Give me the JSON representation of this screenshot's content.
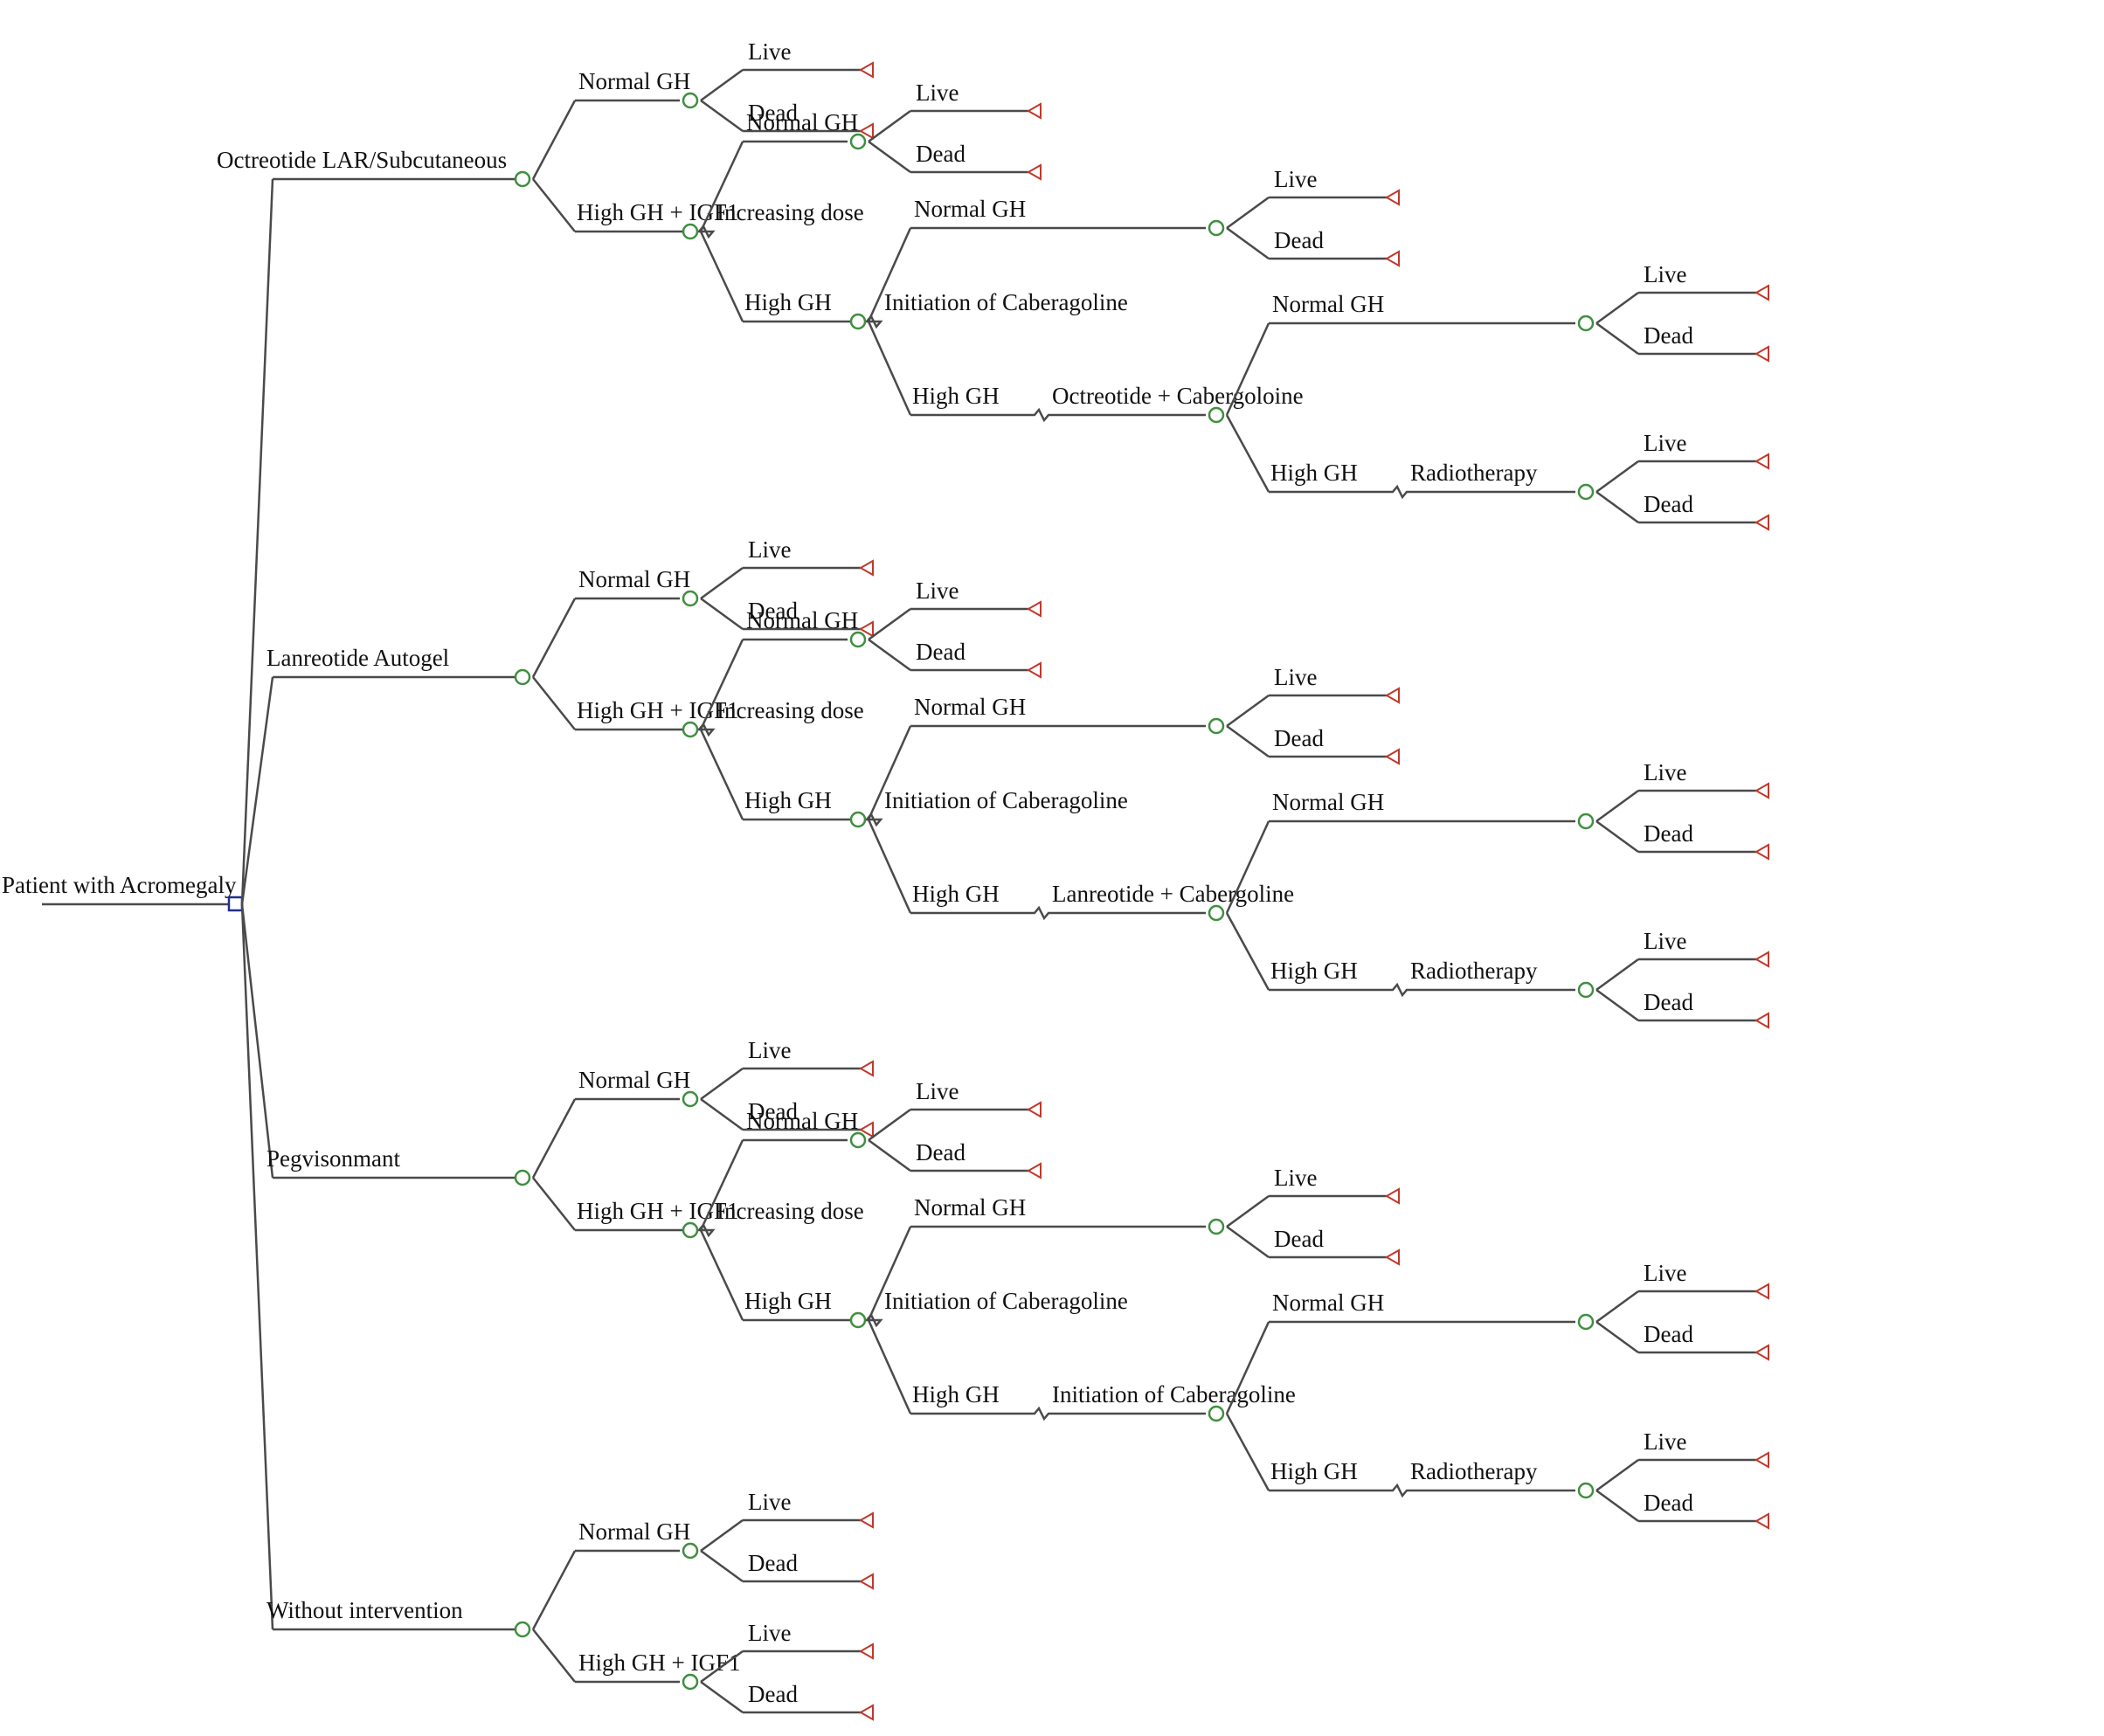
{
  "diagram": {
    "type": "decision-tree",
    "colors": {
      "line": "#4a4a4a",
      "decision_node": "#1f2f8a",
      "chance_node": "#3f8f3f",
      "terminal_node": "#c0392b",
      "text": "#111111"
    },
    "root": {
      "label": "Patient with Acromegaly",
      "node": "decision",
      "children": [
        {
          "label": "Octreotide LAR/Subcutaneous",
          "node": "chance",
          "children": [
            {
              "label": "Normal GH",
              "node": "chance",
              "children": [
                {
                  "label": "Live",
                  "node": "terminal"
                },
                {
                  "label": "Dead",
                  "node": "terminal"
                }
              ]
            },
            {
              "label": "High GH + IGF1",
              "label2": "Increasing dose",
              "node": "chance",
              "children": [
                {
                  "label": "Normal GH",
                  "node": "chance",
                  "children": [
                    {
                      "label": "Live",
                      "node": "terminal"
                    },
                    {
                      "label": "Dead",
                      "node": "terminal"
                    }
                  ]
                },
                {
                  "label": "High GH",
                  "label2": "Initiation of Caberagoline",
                  "node": "chance",
                  "children": [
                    {
                      "label": "Normal GH",
                      "node": "chance",
                      "children": [
                        {
                          "label": "Live",
                          "node": "terminal"
                        },
                        {
                          "label": "Dead",
                          "node": "terminal"
                        }
                      ]
                    },
                    {
                      "label": "High GH",
                      "label2": "Octreotide + Cabergoloine",
                      "node": "chance",
                      "children": [
                        {
                          "label": "Normal GH",
                          "node": "chance",
                          "children": [
                            {
                              "label": "Live",
                              "node": "terminal"
                            },
                            {
                              "label": "Dead",
                              "node": "terminal"
                            }
                          ]
                        },
                        {
                          "label": "High GH",
                          "label2": "Radiotherapy",
                          "node": "chance",
                          "children": [
                            {
                              "label": "Live",
                              "node": "terminal"
                            },
                            {
                              "label": "Dead",
                              "node": "terminal"
                            }
                          ]
                        }
                      ]
                    }
                  ]
                }
              ]
            }
          ]
        },
        {
          "label": "Lanreotide Autogel",
          "node": "chance",
          "children": [
            {
              "label": "Normal GH",
              "node": "chance",
              "children": [
                {
                  "label": "Live",
                  "node": "terminal"
                },
                {
                  "label": "Dead",
                  "node": "terminal"
                }
              ]
            },
            {
              "label": "High GH + IGF1",
              "label2": "Increasing dose",
              "node": "chance",
              "children": [
                {
                  "label": "Normal GH",
                  "node": "chance",
                  "children": [
                    {
                      "label": "Live",
                      "node": "terminal"
                    },
                    {
                      "label": "Dead",
                      "node": "terminal"
                    }
                  ]
                },
                {
                  "label": "High GH",
                  "label2": "Initiation of Caberagoline",
                  "node": "chance",
                  "children": [
                    {
                      "label": "Normal GH",
                      "node": "chance",
                      "children": [
                        {
                          "label": "Live",
                          "node": "terminal"
                        },
                        {
                          "label": "Dead",
                          "node": "terminal"
                        }
                      ]
                    },
                    {
                      "label": "High GH",
                      "label2": "Lanreotide + Cabergoline",
                      "node": "chance",
                      "children": [
                        {
                          "label": "Normal GH",
                          "node": "chance",
                          "children": [
                            {
                              "label": "Live",
                              "node": "terminal"
                            },
                            {
                              "label": "Dead",
                              "node": "terminal"
                            }
                          ]
                        },
                        {
                          "label": "High GH",
                          "label2": "Radiotherapy",
                          "node": "chance",
                          "children": [
                            {
                              "label": "Live",
                              "node": "terminal"
                            },
                            {
                              "label": "Dead",
                              "node": "terminal"
                            }
                          ]
                        }
                      ]
                    }
                  ]
                }
              ]
            }
          ]
        },
        {
          "label": "Pegvisonmant",
          "node": "chance",
          "children": [
            {
              "label": "Normal GH",
              "node": "chance",
              "children": [
                {
                  "label": "Live",
                  "node": "terminal"
                },
                {
                  "label": "Dead",
                  "node": "terminal"
                }
              ]
            },
            {
              "label": "High GH + IGF1",
              "label2": "Increasing dose",
              "node": "chance",
              "children": [
                {
                  "label": "Normal GH",
                  "node": "chance",
                  "children": [
                    {
                      "label": "Live",
                      "node": "terminal"
                    },
                    {
                      "label": "Dead",
                      "node": "terminal"
                    }
                  ]
                },
                {
                  "label": "High GH",
                  "label2": "Initiation of Caberagoline",
                  "node": "chance",
                  "children": [
                    {
                      "label": "Normal GH",
                      "node": "chance",
                      "children": [
                        {
                          "label": "Live",
                          "node": "terminal"
                        },
                        {
                          "label": "Dead",
                          "node": "terminal"
                        }
                      ]
                    },
                    {
                      "label": "High GH",
                      "label2": "Initiation of Caberagoline",
                      "node": "chance",
                      "children": [
                        {
                          "label": "Normal GH",
                          "node": "chance",
                          "children": [
                            {
                              "label": "Live",
                              "node": "terminal"
                            },
                            {
                              "label": "Dead",
                              "node": "terminal"
                            }
                          ]
                        },
                        {
                          "label": "High GH",
                          "label2": "Radiotherapy",
                          "node": "chance",
                          "children": [
                            {
                              "label": "Live",
                              "node": "terminal"
                            },
                            {
                              "label": "Dead",
                              "node": "terminal"
                            }
                          ]
                        }
                      ]
                    }
                  ]
                }
              ]
            }
          ]
        },
        {
          "label": "Without intervention",
          "node": "chance",
          "children": [
            {
              "label": "Normal GH",
              "node": "chance",
              "children": [
                {
                  "label": "Live",
                  "node": "terminal"
                },
                {
                  "label": "Dead",
                  "node": "terminal"
                }
              ]
            },
            {
              "label": "High GH + IGF1",
              "node": "chance",
              "children": [
                {
                  "label": "Live",
                  "node": "terminal"
                },
                {
                  "label": "Dead",
                  "node": "terminal"
                }
              ]
            }
          ]
        }
      ]
    }
  }
}
